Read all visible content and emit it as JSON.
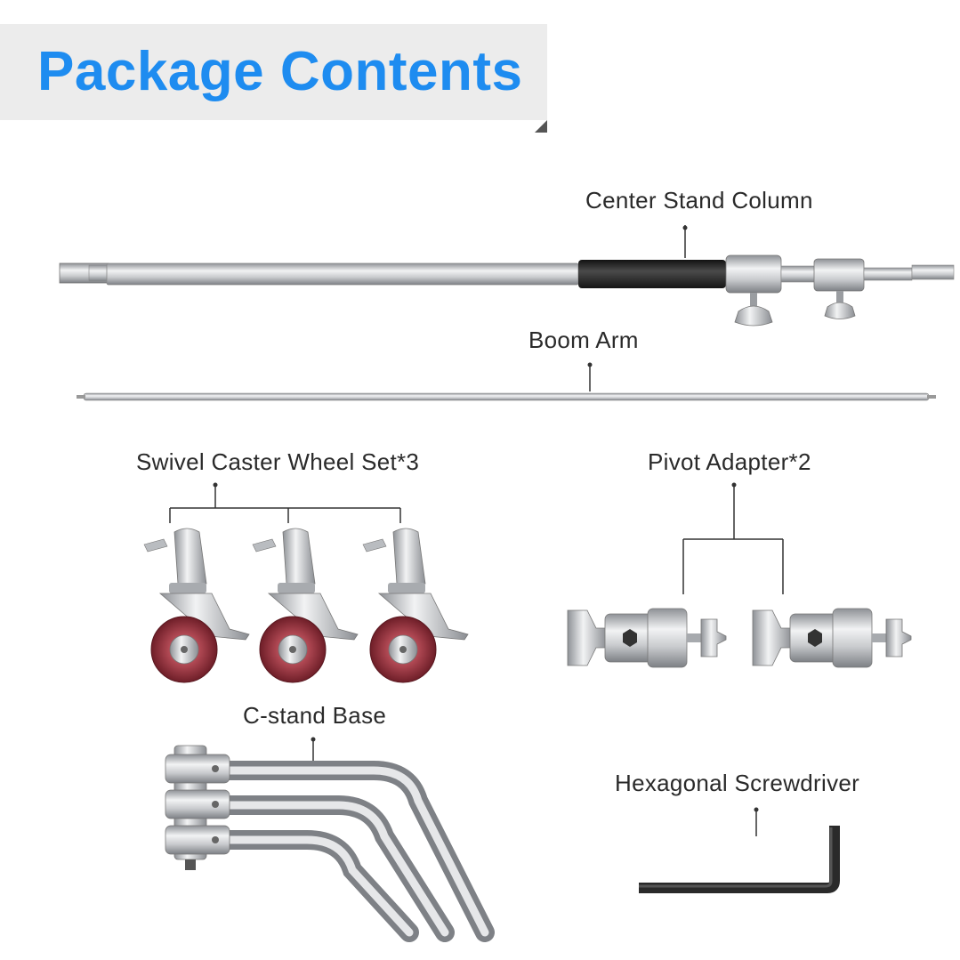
{
  "header": {
    "title": "Package Contents"
  },
  "items": {
    "center_stand_column": "Center Stand Column",
    "boom_arm": "Boom Arm",
    "swivel_caster_wheel_set": "Swivel Caster Wheel Set*3",
    "pivot_adapter": "Pivot Adapter*2",
    "c_stand_base": "C-stand Base",
    "hexagonal_screwdriver": "Hexagonal Screwdriver"
  },
  "colors": {
    "title": "#1e8cf0",
    "banner": "#ececec",
    "metal": "#c4c6c9",
    "grip": "#2b2b2b",
    "wheel": "#8a2a33"
  }
}
